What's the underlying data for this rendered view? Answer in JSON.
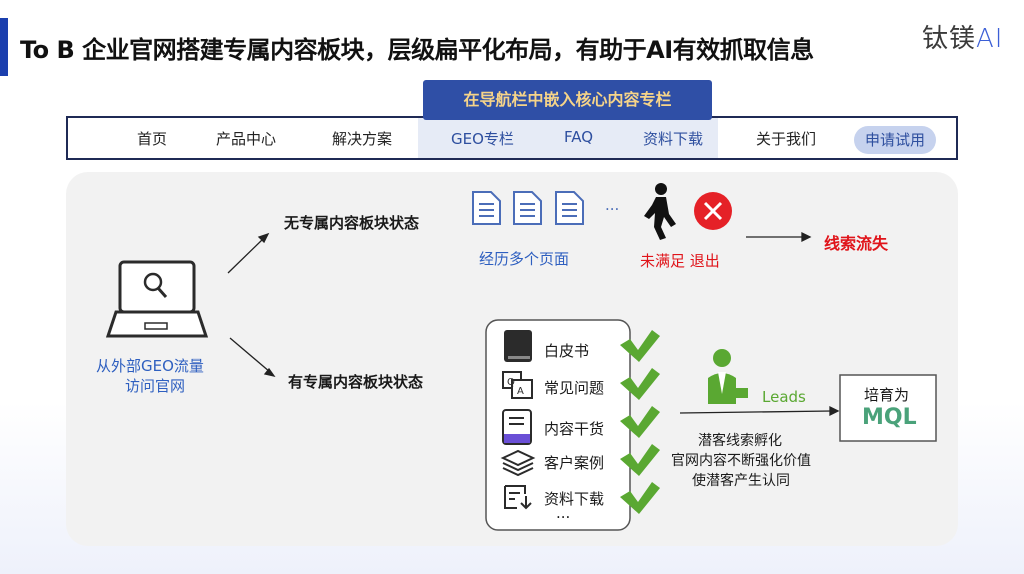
{
  "title": "To B 企业官网搭建专属内容板块，层级扁平化布局，有助于AI有效抓取信息",
  "logo": {
    "main": "钛镁",
    "ai": "AI"
  },
  "callout": "在导航栏中嵌入核心内容专栏",
  "nav": {
    "items": [
      "首页",
      "产品中心",
      "解决方案",
      "GEO专栏",
      "FAQ",
      "资料下载",
      "关于我们"
    ],
    "trial_button": "申请试用"
  },
  "left": {
    "line1": "从外部GEO流量",
    "line2": "访问官网"
  },
  "top_branch": {
    "state": "无专属内容板块状态",
    "pages_caption": "经历多个页面",
    "ellipsis": "...",
    "unsatisfied": "未满足 退出",
    "result": "线索流失"
  },
  "bottom_branch": {
    "state": "有专属内容板块状态",
    "list": [
      "白皮书",
      "常见问题",
      "内容干货",
      "客户案例",
      "资料下载"
    ],
    "list_more": "...",
    "leads": "Leads",
    "nurture": [
      "潜客线索孵化",
      "官网内容不断强化价值",
      "使潜客产生认同"
    ],
    "mql_label": "培育为",
    "mql_value": "MQL"
  },
  "colors": {
    "accent": "#1b3fae",
    "callout_bg": "#2f4fa6",
    "callout_text": "#f6d489",
    "check": "#5aa832",
    "red": "#e0141a",
    "blue_text": "#2e5fc0",
    "mql": "#4aa27a"
  }
}
